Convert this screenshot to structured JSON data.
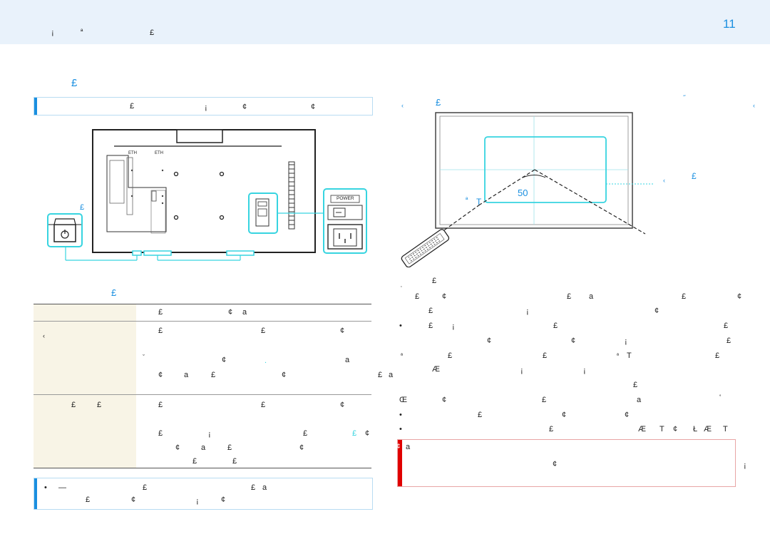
{
  "header": {
    "page_number": "11",
    "glyphs": [
      "¡",
      "ª",
      "£"
    ]
  },
  "left": {
    "section_title": "£",
    "note_bar": [
      "£",
      "¡",
      "¢",
      "¢"
    ],
    "callout_label": "£",
    "table_title": "£",
    "table": {
      "header_row": [
        "£",
        "¢",
        "a"
      ],
      "row1": {
        "left": [
          "‹",
          "ˇ"
        ],
        "lines": [
          [
            "£",
            "£",
            "¢"
          ],
          [
            "¢",
            ".",
            "a"
          ],
          [
            "¢",
            "a",
            "£",
            "¢",
            "£",
            "a"
          ]
        ]
      },
      "row2": {
        "left": [
          "£",
          "£"
        ],
        "lines": [
          [
            "£",
            "£",
            "¢"
          ],
          [
            "£",
            "¡",
            "£",
            "£",
            "¢"
          ],
          [
            "¢",
            "a",
            "£",
            "¢"
          ],
          [
            "£",
            "£"
          ]
        ]
      }
    },
    "bottom_note": [
      "•",
      "—",
      "£",
      "£",
      "a",
      "£",
      "¢",
      "¡",
      "¢"
    ],
    "diagram": {
      "button_label": "POWER",
      "port_labels": [
        "ETH",
        "ETH"
      ]
    }
  },
  "right": {
    "title_left": [
      "‹",
      "£"
    ],
    "title_right": [
      "˝",
      "‹"
    ],
    "angle_label": "50",
    "sensor_label": [
      "‹",
      "£"
    ],
    "remote_label": [
      "ª",
      "T"
    ],
    "paragraph": [
      [
        "‚",
        "£"
      ],
      [
        "£",
        "¢",
        "£",
        "a",
        "£",
        "¢"
      ],
      [
        "£",
        "¡",
        "¢"
      ],
      [
        "•",
        "£",
        "¡",
        "£",
        "£"
      ],
      [
        "¢",
        "¢",
        "¡",
        "£"
      ],
      [
        "ª",
        "£",
        "£",
        "ª",
        "T",
        "£"
      ],
      [
        "Æ",
        "¡",
        "¡"
      ],
      [
        "£"
      ],
      [
        "Œ",
        "¢",
        "£",
        "a",
        "˚"
      ],
      [
        "•",
        "£",
        "¢",
        "¢"
      ],
      [
        "•",
        "£",
        "Æ",
        "T",
        "¢",
        "Ł",
        "Æ",
        "T"
      ]
    ],
    "warning": [
      "¢",
      "a",
      "¢",
      "¡"
    ]
  }
}
